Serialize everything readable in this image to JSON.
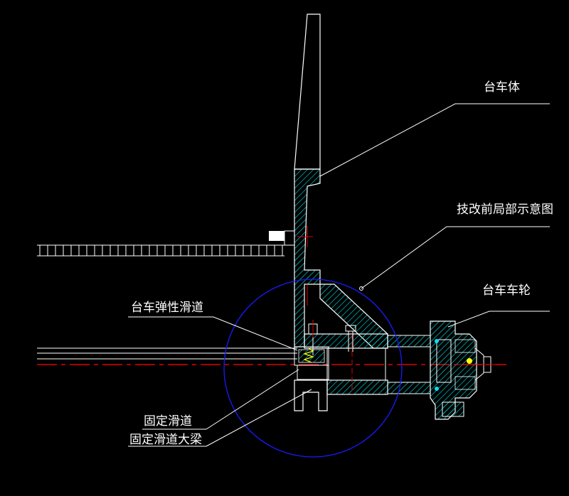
{
  "labels": {
    "trolley_body": "台车体",
    "pre_modification_detail": "技改前局部示意图",
    "trolley_wheel": "台车车轮",
    "trolley_elastic_slide": "台车弹性滑道",
    "fixed_slide": "固定滑道",
    "fixed_slide_beam": "固定滑道大梁"
  },
  "colors": {
    "background": "#000000",
    "outline": "#ffffff",
    "hatch": "#00c8c8",
    "centerline": "#e00000",
    "detail_circle": "#1a1aff",
    "accent": "#ffff00",
    "marker": "#00e0ff"
  }
}
